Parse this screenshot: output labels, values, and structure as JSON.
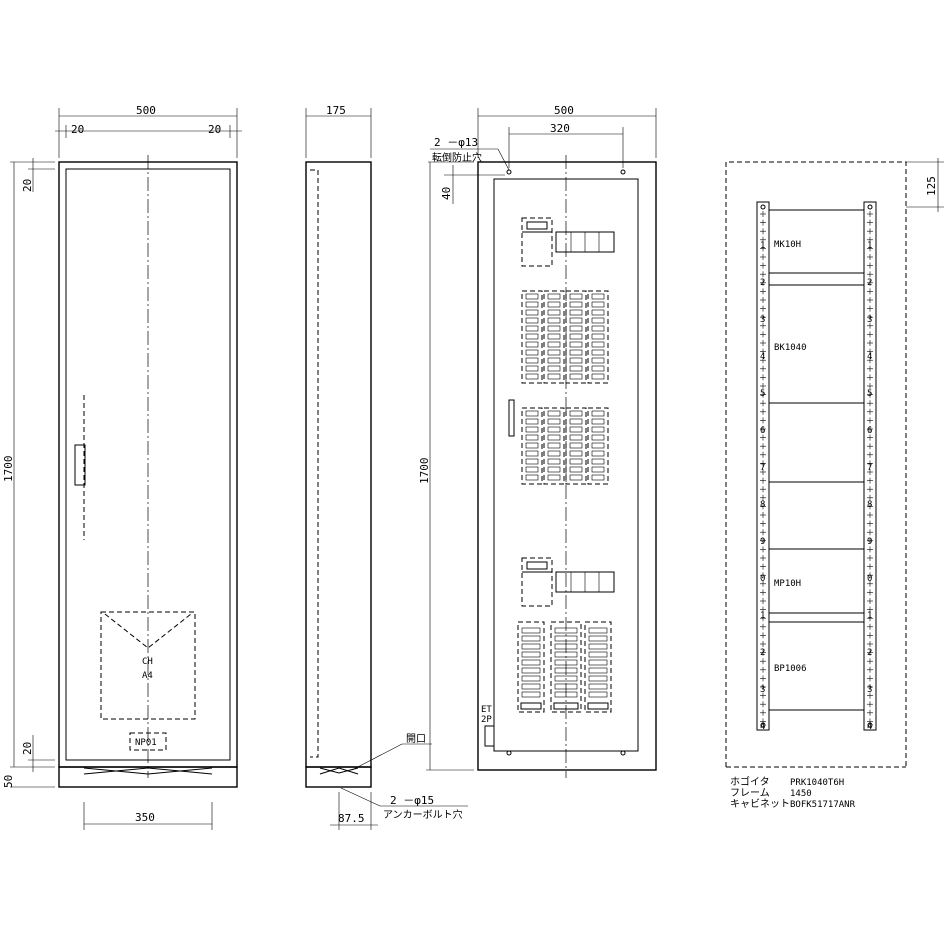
{
  "front_view": {
    "width_dim": "500",
    "left_margin_dim": "20",
    "right_margin_dim": "20",
    "top_margin_dim": "20",
    "height_dim": "1700",
    "bottom_margin_dim": "20",
    "base_dim": "50",
    "base_width_dim": "350",
    "label_ch": "CH",
    "label_a4": "A4",
    "nameplate": "NP01"
  },
  "side_view": {
    "depth_dim": "175",
    "opening_label": "開口",
    "bolt_hole_spec": "2 －φ15",
    "bolt_hole_label": "アンカーボルト穴",
    "bolt_offset_dim": "87.5"
  },
  "inner_view": {
    "width_dim": "500",
    "inner_width_dim": "320",
    "hole_spec": "2 －φ13",
    "hole_label": "転倒防止穴",
    "top_offset_dim": "40",
    "height_dim": "1700",
    "et_label": "ET",
    "et_poles": "2P"
  },
  "frame_view": {
    "top_dim": "125",
    "sections": [
      "MK10H",
      "BK1040",
      "MP10H",
      "BP1006"
    ],
    "rail_digits": [
      "1",
      "2",
      "3",
      "4",
      "5",
      "6",
      "7",
      "8",
      "9",
      "0",
      "1",
      "2",
      "3",
      "4"
    ]
  },
  "spec": [
    {
      "label": "ホゴイタ",
      "value": "PRK1040T6H"
    },
    {
      "label": "フレーム",
      "value": "1450"
    },
    {
      "label": "キャビネット",
      "value": "BOFK51717ANR"
    }
  ]
}
